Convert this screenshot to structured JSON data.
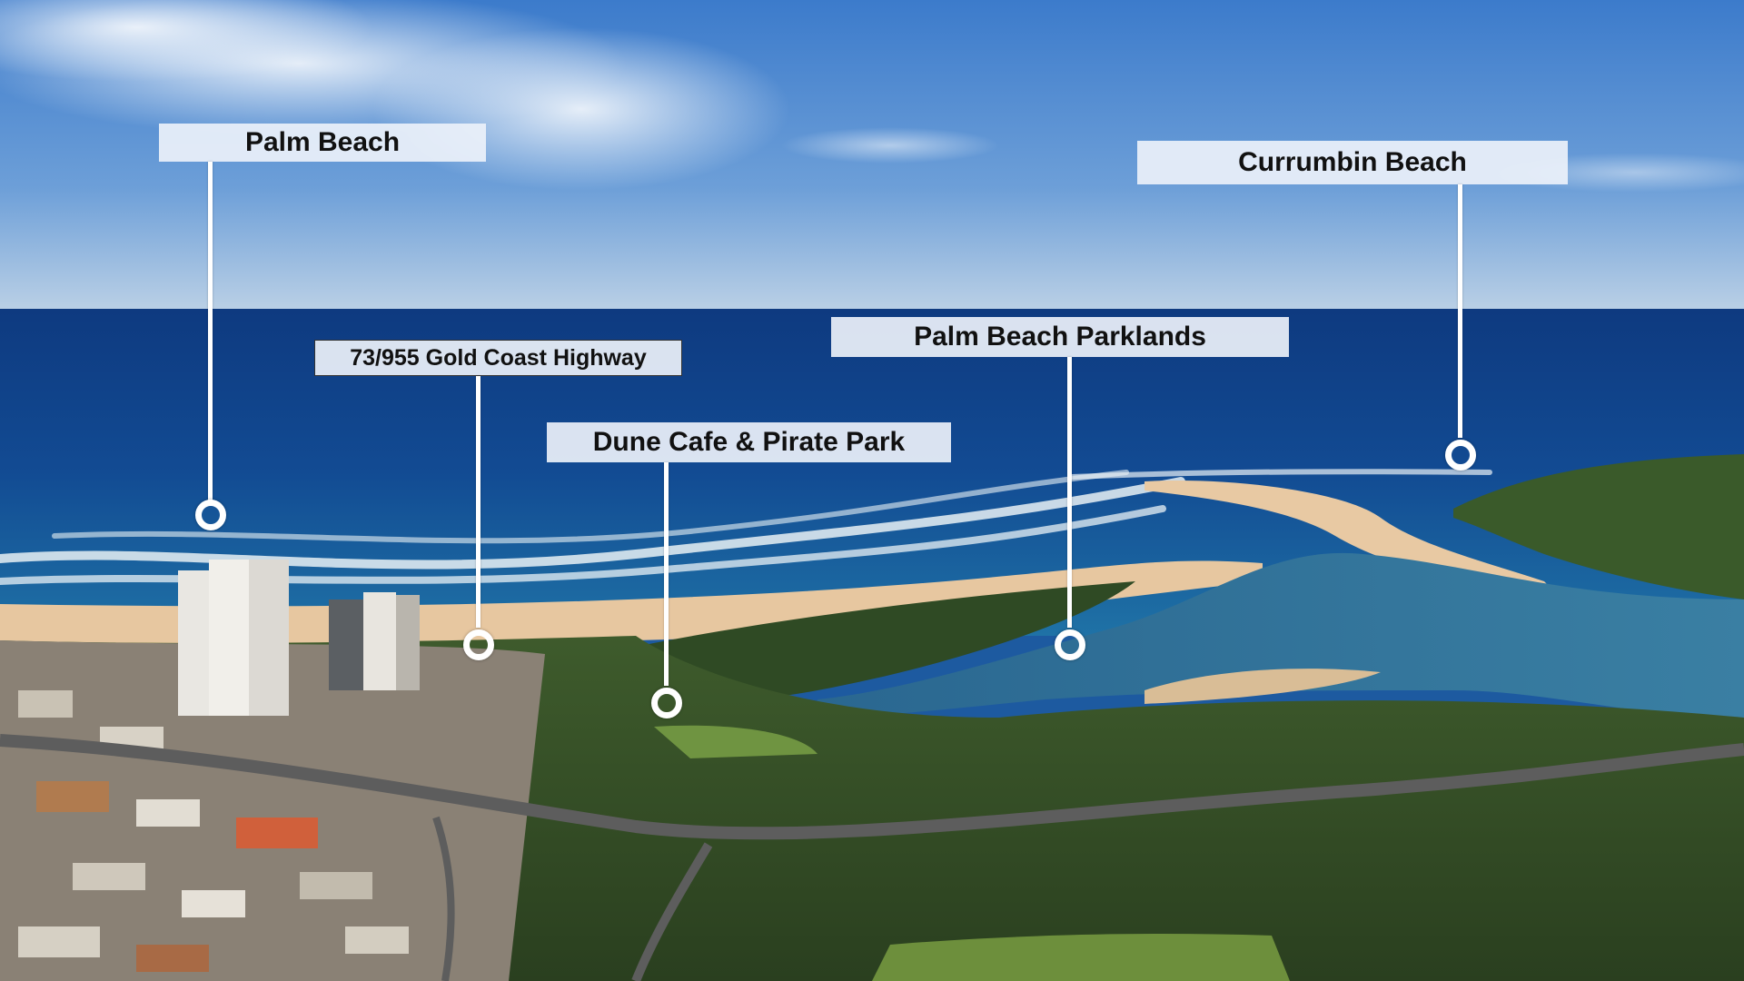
{
  "photo": {
    "subject": "aerial coastline photograph",
    "colors": {
      "sky_top": "#3f7fcf",
      "sky_horizon": "#b9cfe6",
      "ocean_deep": "#0f3f86",
      "ocean_near": "#1f6fa8",
      "surf": "#e9f1f5",
      "sand": "#e6c7a0",
      "lagoon": "#2f6f96",
      "bush": "#2f4a24",
      "grass": "#6d8f3c",
      "road": "#5a5a5a"
    }
  },
  "callouts": [
    {
      "id": "palm-beach",
      "label": "Palm Beach"
    },
    {
      "id": "gold-coast-highway",
      "label": "73/955 Gold Coast Highway"
    },
    {
      "id": "dune-cafe",
      "label": "Dune Cafe & Pirate Park"
    },
    {
      "id": "palm-beach-parklands",
      "label": "Palm Beach Parklands"
    },
    {
      "id": "currumbin-beach",
      "label": "Currumbin Beach"
    }
  ]
}
